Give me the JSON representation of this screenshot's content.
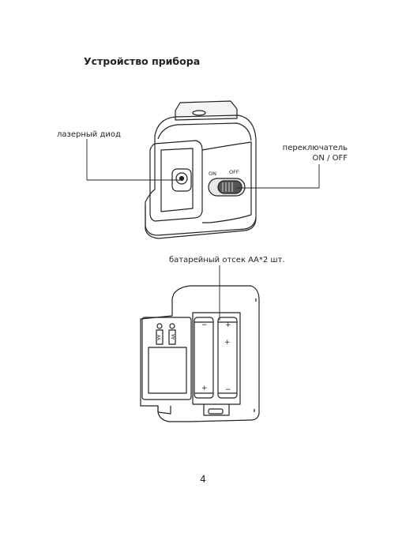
{
  "document": {
    "title": "Устройство прибора",
    "page_number": "4"
  },
  "callouts": {
    "laser_diode": "лазерный диод",
    "switch_line1": "переключатель",
    "switch_line2": "ON / OFF",
    "battery_compartment": "батарейный отсек АА*2 шт."
  },
  "device_markings": {
    "switch_on": "ON",
    "switch_off": "OFF",
    "battery_type_left": "AA",
    "battery_type_right": "AA",
    "terminal_minus": "−",
    "terminal_plus": "+"
  }
}
